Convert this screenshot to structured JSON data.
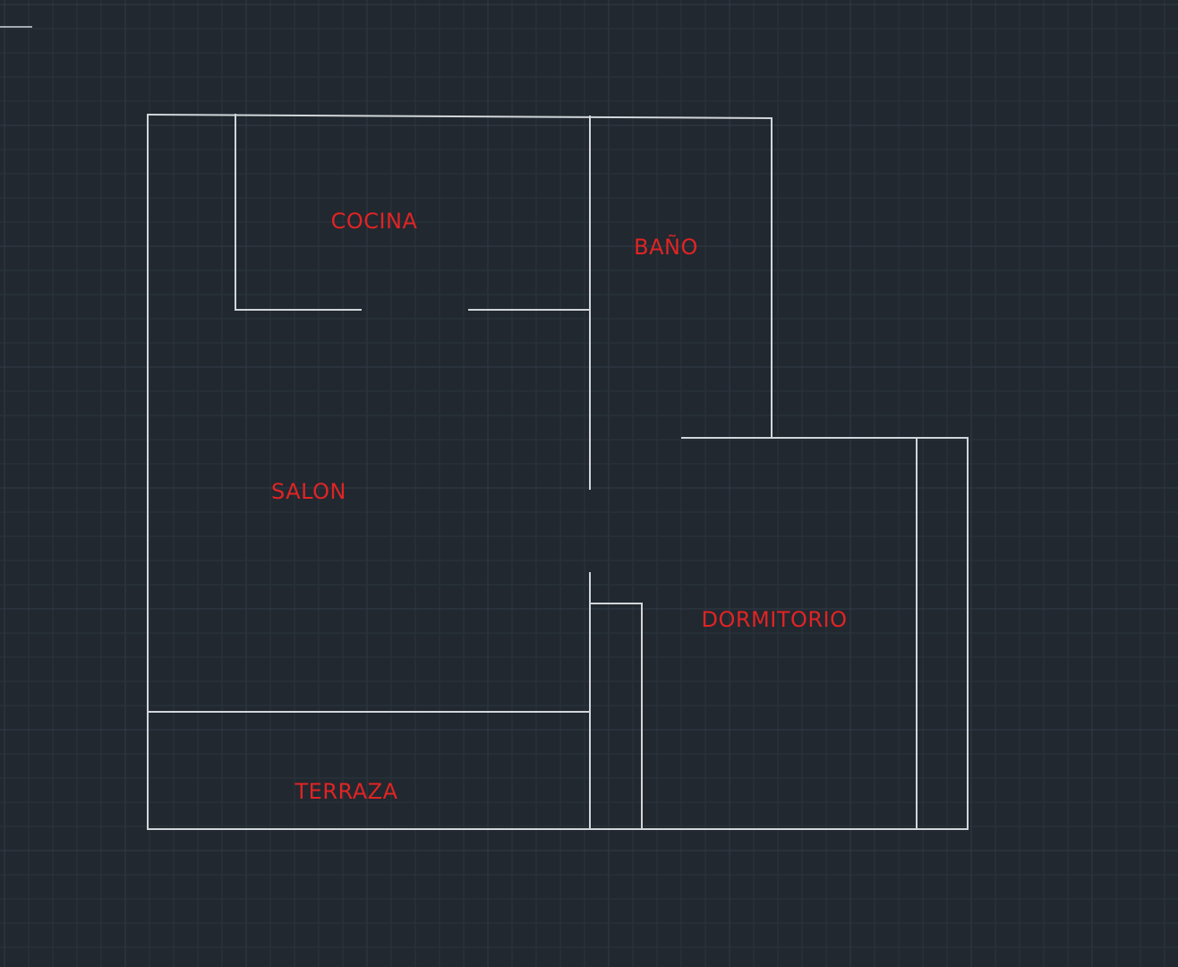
{
  "colors": {
    "background": "#212830",
    "wall": "#d2d6da",
    "label": "#e02424"
  },
  "rooms": [
    {
      "id": "cocina",
      "name": "COCINA"
    },
    {
      "id": "bano",
      "name": "BAÑO"
    },
    {
      "id": "salon",
      "name": "SALON"
    },
    {
      "id": "dormitorio",
      "name": "DORMITORIO"
    },
    {
      "id": "terraza",
      "name": "TERRAZA"
    }
  ]
}
